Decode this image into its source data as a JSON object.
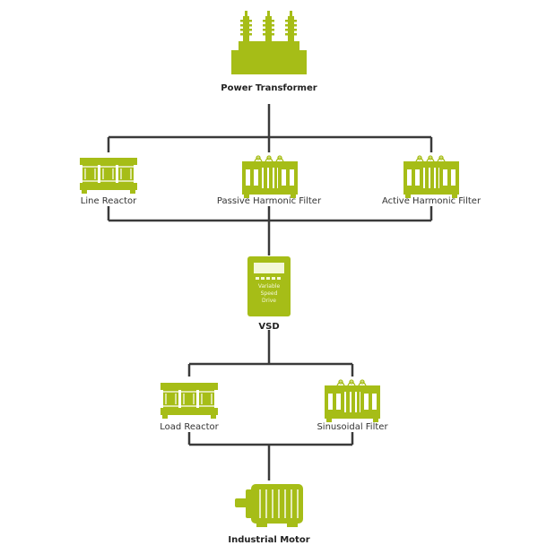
{
  "colors": {
    "accent": "#a6bd17",
    "line": "#3a3a3a",
    "text": "#333333"
  },
  "nodes": {
    "power_transformer": {
      "label": "Power Transformer",
      "icon": "power-transformer-icon"
    },
    "line_reactor": {
      "label": "Line Reactor",
      "icon": "reactor-icon"
    },
    "passive_filter": {
      "label": "Passive Harmonic Filter",
      "icon": "harmonic-filter-icon"
    },
    "active_filter": {
      "label": "Active Harmonic Filter",
      "icon": "harmonic-filter-icon"
    },
    "vsd": {
      "label": "VSD",
      "icon": "variable-speed-drive-icon",
      "screen_text": [
        "Variable",
        "Speed",
        "Drive"
      ]
    },
    "load_reactor": {
      "label": "Load Reactor",
      "icon": "reactor-icon"
    },
    "sinusoidal_filter": {
      "label": "Sinusoidal Filter",
      "icon": "harmonic-filter-icon"
    },
    "industrial_motor": {
      "label": "Industrial Motor",
      "icon": "motor-icon"
    }
  }
}
